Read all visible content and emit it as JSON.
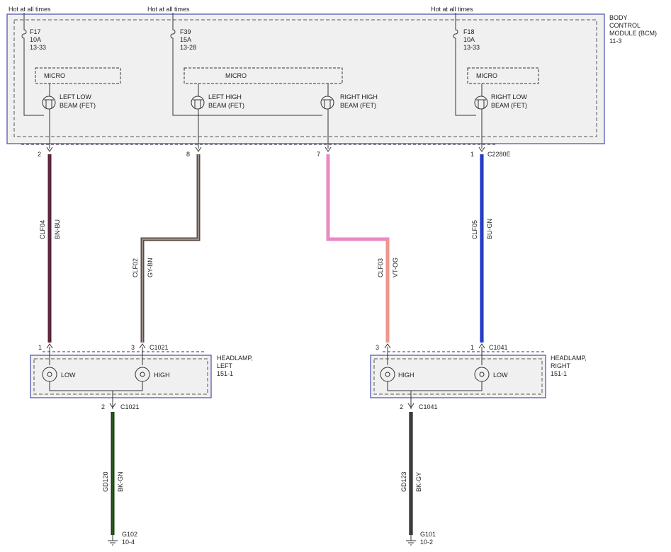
{
  "hot_labels": [
    "Hot at all times",
    "Hot at all times",
    "Hot at all times"
  ],
  "bcm": {
    "title_lines": [
      "BODY",
      "CONTROL",
      "MODULE (BCM)",
      "11-3"
    ]
  },
  "fuses": [
    {
      "name": "F17",
      "amps": "10A",
      "ref": "13-33"
    },
    {
      "name": "F39",
      "amps": "15A",
      "ref": "13-28"
    },
    {
      "name": "F18",
      "amps": "10A",
      "ref": "13-33"
    }
  ],
  "micro_label": "MICRO",
  "fets": [
    {
      "line1": "LEFT LOW",
      "line2": "BEAM (FET)"
    },
    {
      "line1": "LEFT HIGH",
      "line2": "BEAM (FET)"
    },
    {
      "line1": "RIGHT HIGH",
      "line2": "BEAM (FET)"
    },
    {
      "line1": "RIGHT LOW",
      "line2": "BEAM (FET)"
    }
  ],
  "bcm_pins": [
    "2",
    "8",
    "7",
    "1"
  ],
  "bcm_connector": "C2280E",
  "wires": [
    {
      "circuit": "CLF04",
      "color_code": "BN-BU",
      "stripe": "#6b2f45",
      "core": "#7a1f2a"
    },
    {
      "circuit": "CLF02",
      "color_code": "GY-BN",
      "stripe": "#7a6a60",
      "core": "#8a8080"
    },
    {
      "circuit": "CLF03",
      "color_code": "VT-OG",
      "stripe": "#e889c3",
      "core": "#f0a060"
    },
    {
      "circuit": "CLF05",
      "color_code": "BU-GN",
      "stripe": "#1a2fd0",
      "core": "#2040e0"
    }
  ],
  "headlamp_left": {
    "title_lines": [
      "HEADLAMP,",
      "LEFT",
      "151-1"
    ],
    "pins_top": [
      "1",
      "3"
    ],
    "connector": "C1021",
    "bulbs": [
      "LOW",
      "HIGH"
    ],
    "ground_pin": "2",
    "ground_connector": "C1021"
  },
  "headlamp_right": {
    "title_lines": [
      "HEADLAMP,",
      "RIGHT",
      "151-1"
    ],
    "pins_top": [
      "3",
      "1"
    ],
    "connector": "C1041",
    "bulbs": [
      "HIGH",
      "LOW"
    ],
    "ground_pin": "2",
    "ground_connector": "C1041"
  },
  "grounds": [
    {
      "circuit": "GD120",
      "color_code": "BK-GN",
      "wire_color": "#1f3a10",
      "point": "G102",
      "ref": "10-4"
    },
    {
      "circuit": "GD123",
      "color_code": "BK-GY",
      "wire_color": "#1a1a1a",
      "point": "G101",
      "ref": "10-2"
    }
  ]
}
